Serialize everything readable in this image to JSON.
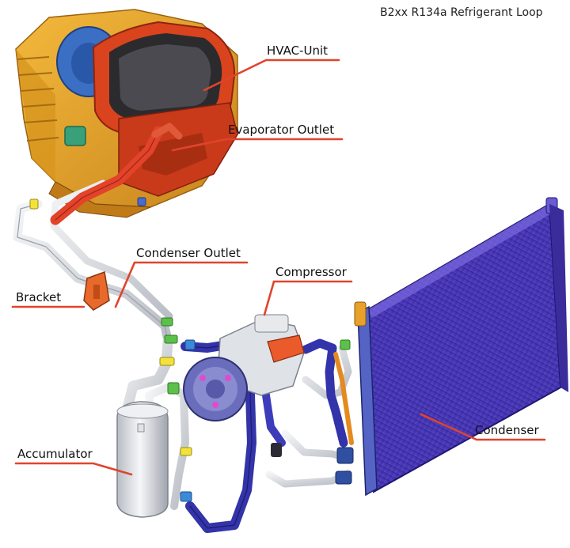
{
  "diagram": {
    "title": "B2xx R134a Refrigerant Loop",
    "labels": {
      "hvac_unit": "HVAC-Unit",
      "evaporator_outlet": "Evaporator Outlet",
      "condenser_outlet": "Condenser Outlet",
      "compressor": "Compressor",
      "bracket": "Bracket",
      "condenser": "Condenser",
      "accumulator": "Accumulator"
    },
    "colors": {
      "leader_line": "#e0442c",
      "hvac_case": "#e8a42a",
      "hvac_housing": "#d9431e",
      "blower": "#3a6fc4",
      "condenser_core": "#4636b8",
      "hose_blue": "#3333aa",
      "hose_red": "#e2432a",
      "pipe": "#d8dbe0",
      "accumulator": "#e4e6ea",
      "bracket": "#e86a2a",
      "fitting_yellow": "#f2e23a",
      "fitting_green": "#5cc04a"
    }
  }
}
